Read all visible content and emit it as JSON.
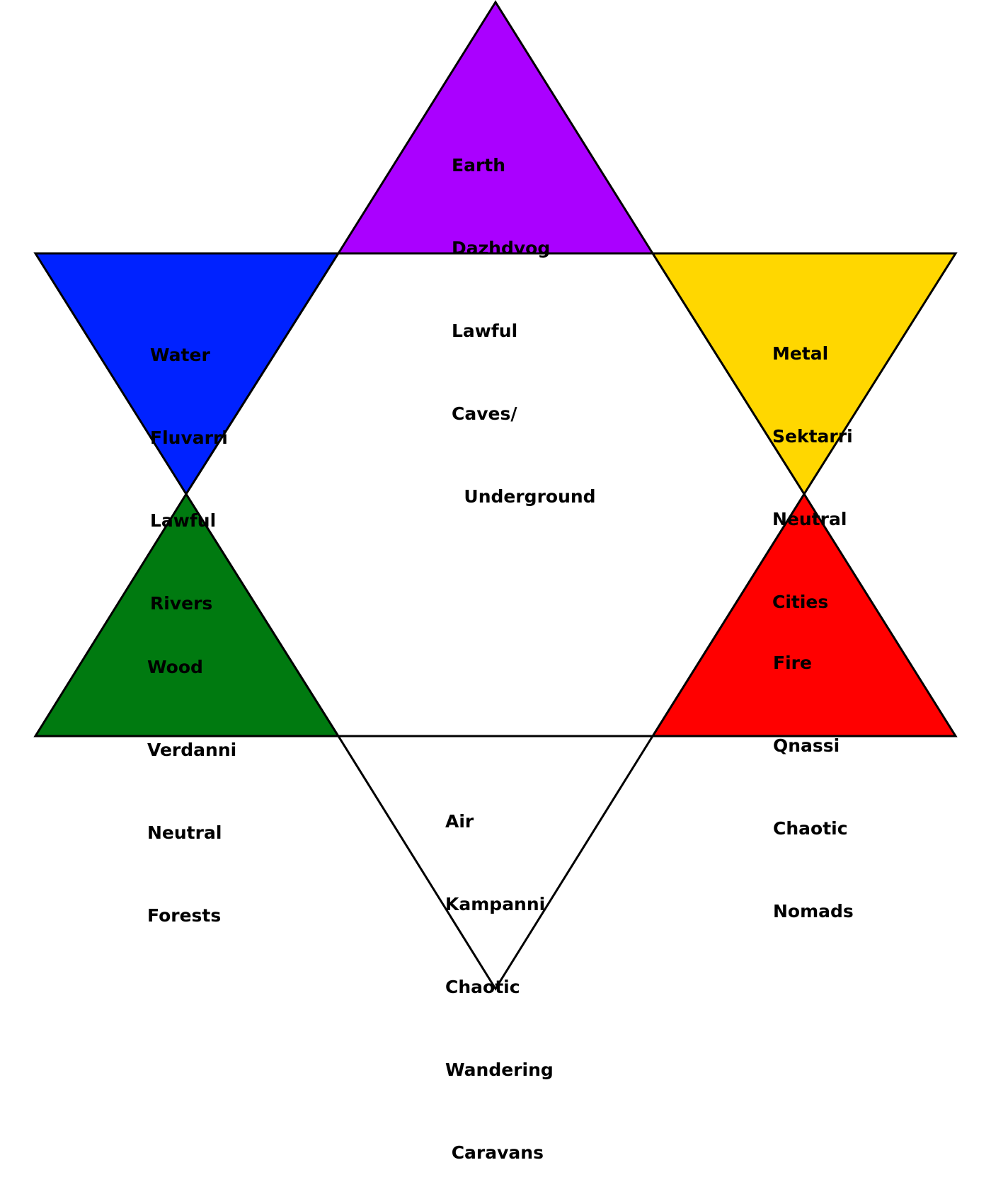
{
  "diagram": {
    "points": [
      {
        "id": "earth",
        "fill": "#aa00ff",
        "lines": [
          "Earth",
          "Dazhdvog",
          "Lawful",
          "Caves/",
          "  Underground"
        ]
      },
      {
        "id": "water",
        "fill": "#0022ff",
        "lines": [
          "Water",
          "Fluvarri",
          "Lawful",
          "Rivers"
        ]
      },
      {
        "id": "metal",
        "fill": "#ffd700",
        "lines": [
          "Metal",
          "Sektarri",
          "Neutral",
          "Cities"
        ]
      },
      {
        "id": "wood",
        "fill": "#007a10",
        "lines": [
          "Wood",
          "Verdanni",
          "Neutral",
          "Forests"
        ]
      },
      {
        "id": "fire",
        "fill": "#ff0000",
        "lines": [
          "Fire",
          "Qnassi",
          "Chaotic",
          "Nomads"
        ]
      },
      {
        "id": "air",
        "fill": "#ffffff",
        "lines": [
          "Air",
          "Kampanni",
          "Chaotic",
          "Wandering",
          " Caravans"
        ]
      }
    ]
  }
}
